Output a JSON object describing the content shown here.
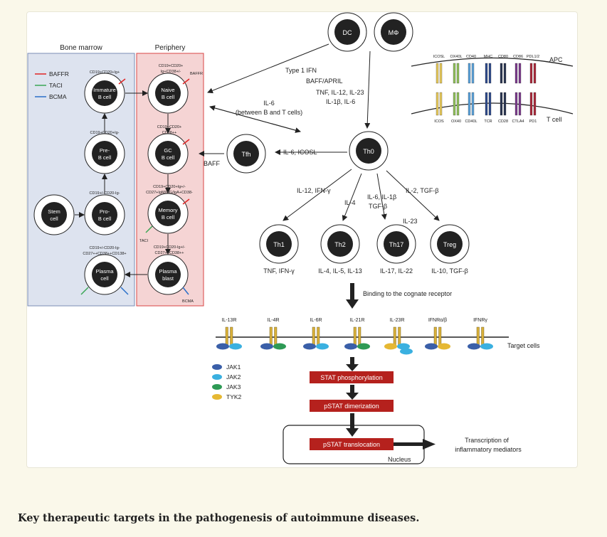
{
  "regions": {
    "bone_marrow": "Bone marrow",
    "periphery": "Periphery"
  },
  "legend_receptors": [
    {
      "label": "BAFFR",
      "color": "#e02424"
    },
    {
      "label": "TACI",
      "color": "#3aa655"
    },
    {
      "label": "BCMA",
      "color": "#2a6fc9"
    }
  ],
  "bcells": {
    "immature": {
      "line1": "Immature",
      "line2": "B cell",
      "marker": "CD19+CD20+Ig+"
    },
    "pre": {
      "line1": "Pre-",
      "line2": "B cell",
      "marker": "CD19+CD20+Ig-"
    },
    "pro": {
      "line1": "Pro-",
      "line2": "B cell",
      "marker": "CD19+/-CD20-Ig-"
    },
    "stem": {
      "line1": "Stem",
      "line2": "cell"
    },
    "plasma_cell": {
      "line1": "Plasma",
      "line2": "cell",
      "marker1": "CD19+/-CD20-Ig-",
      "marker2": "CD27++CD38++CD138+"
    },
    "naive": {
      "line1": "Naive",
      "line2": "B cell",
      "marker1": "CD19+CD20+",
      "marker2": "Ig+CD38+/-"
    },
    "gc": {
      "line1": "GC",
      "line2": "B cell",
      "marker1": "CD19+CD20+",
      "marker2": "CD38++"
    },
    "memory": {
      "line1": "Memory",
      "line2": "B cell",
      "marker1": "CD19+CD20+Ig+/-",
      "marker2": "CD27+IgM/IgG/IgA+CD38-"
    },
    "plasmablast": {
      "line1": "Plasma",
      "line2": "blast",
      "marker1": "CD19+CD20-Ig+/-",
      "marker2": "CD27++CD38++"
    }
  },
  "receptor_tags": {
    "baffr": "BAFFR",
    "taci": "TACI",
    "bcma": "BCMA"
  },
  "top_cells": {
    "dc": "DC",
    "mphi": "MΦ"
  },
  "signals": {
    "type1ifn": "Type 1 IFN",
    "baff_april": "BAFF/APRIL",
    "tnf_line1": "TNF, IL-12, IL-23",
    "tnf_line2": "IL-1β, IL-6",
    "il6_line1": "IL-6",
    "il6_line2": "(between B and T cells)",
    "il6_icosl": "IL-6, ICOSL",
    "baff": "BAFF"
  },
  "t_cells": {
    "th0": "Th0",
    "tfh": "Tfh",
    "th1": "Th1",
    "th2": "Th2",
    "th17": "Th17",
    "treg": "Treg"
  },
  "diff_signals": {
    "th1": "IL-12, IFN-γ",
    "th2": "IL-4",
    "th17_1": "IL-6, IL-1β",
    "th17_2": "TGF-β",
    "th17_3": "IL-23",
    "treg": "IL-2, TGF-β"
  },
  "t_outputs": {
    "th1": "TNF, IFN-γ",
    "th2": "IL-4, IL-5, IL-13",
    "th17": "IL-17, IL-22",
    "treg": "IL-10, TGF-β"
  },
  "synapse": {
    "apc_label": "APC",
    "tcell_label": "T cell",
    "apc_pairs": [
      {
        "label": "ICOSL",
        "color": "#e6c85a"
      },
      {
        "label": "OX40L",
        "color": "#8fbf5a"
      },
      {
        "label": "CD40",
        "color": "#5aa0d8"
      },
      {
        "label": "MHC",
        "color": "#2d4a8a"
      },
      {
        "label": "CD80",
        "color": "#2a3550"
      },
      {
        "label": "CD86",
        "color": "#7a3a8a"
      },
      {
        "label": "PDL1/2",
        "color": "#a8283a"
      }
    ],
    "tcell_pairs": [
      {
        "label": "ICOS",
        "color": "#e6c85a"
      },
      {
        "label": "OX40",
        "color": "#8fbf5a"
      },
      {
        "label": "CD40L",
        "color": "#5aa0d8"
      },
      {
        "label": "TCR",
        "color": "#2d4a8a"
      },
      {
        "label": "CD28",
        "color": "#2a3550"
      },
      {
        "label": "CTLA4",
        "color": "#7a3a8a"
      },
      {
        "label": "PD1",
        "color": "#a8283a"
      }
    ]
  },
  "binding_label": "Binding to the cognate receptor",
  "receptors": [
    "IL-13R",
    "IL-4R",
    "IL-6R",
    "IL-21R",
    "IL-23R",
    "IFNRα/β",
    "IFNRγ"
  ],
  "target_cells": "Target cells",
  "jak_legend": [
    {
      "label": "JAK1",
      "color": "#3a5fa8"
    },
    {
      "label": "JAK2",
      "color": "#3ab0e0"
    },
    {
      "label": "JAK3",
      "color": "#2e9a55"
    },
    {
      "label": "TYK2",
      "color": "#e6b833"
    }
  ],
  "steps": [
    "STAT phosphorylation",
    "pSTAT dimerization",
    "pSTAT translocation"
  ],
  "nucleus": "Nucleus",
  "transcription_line1": "Transcription of",
  "transcription_line2": "inflammatory mediators",
  "caption": "Key therapeutic targets in the pathogenesis of autoimmune diseases."
}
